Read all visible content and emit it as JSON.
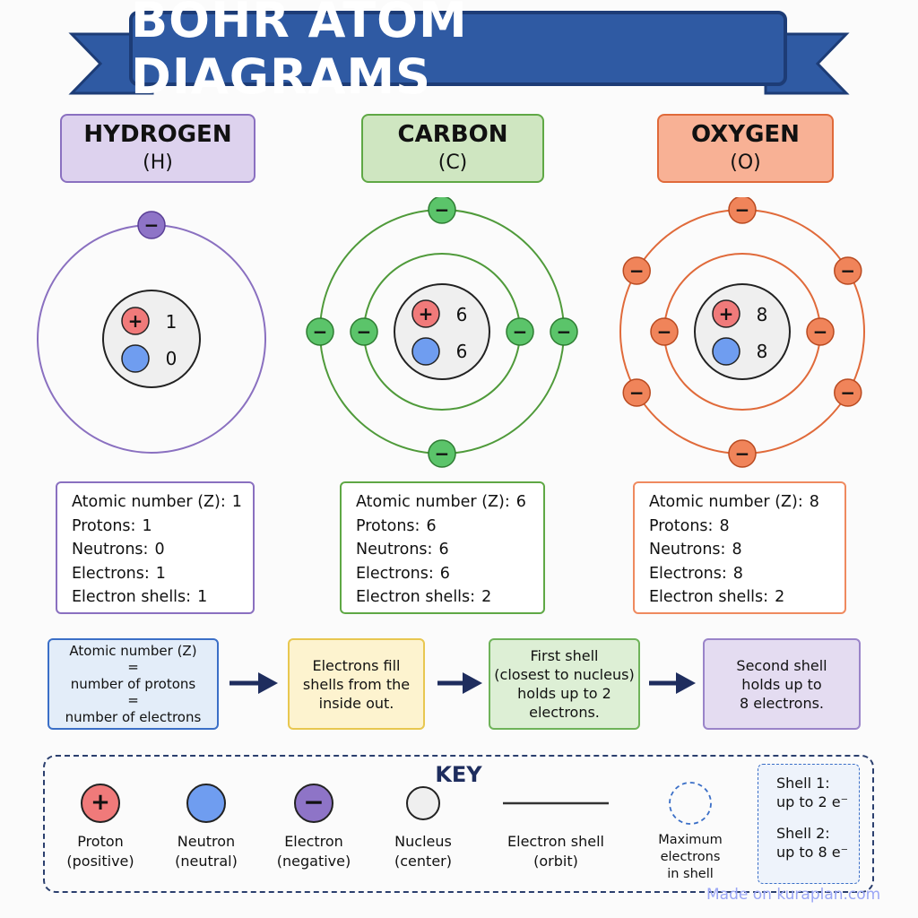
{
  "title": "BOHR ATOM DIAGRAMS",
  "colors": {
    "banner": "#2f5aa3",
    "banner_dark": "#1d3c76",
    "proton": "#f07a7a",
    "neutron": "#6f9df0",
    "electron": "#8e74c7",
    "nucleus": "#efefef",
    "hydrogen": "#8a70c0",
    "carbon": "#4f9a3a",
    "oxygen": "#e06a3a"
  },
  "atoms": [
    {
      "name": "HYDROGEN",
      "symbol": "(H)",
      "protons_count": "1",
      "neutrons_count": "0",
      "electrons_per_shell": [
        1
      ],
      "proton_sign": "+",
      "electron_sign": "−",
      "info": [
        {
          "label": "Atomic number (Z):",
          "value": "1"
        },
        {
          "label": "Protons:",
          "value": "1"
        },
        {
          "label": "Neutrons:",
          "value": "0"
        },
        {
          "label": "Electrons:",
          "value": "1"
        },
        {
          "label": "Electron shells:",
          "value": "1"
        }
      ]
    },
    {
      "name": "CARBON",
      "symbol": "(C)",
      "protons_count": "6",
      "neutrons_count": "6",
      "electrons_per_shell": [
        2,
        4
      ],
      "proton_sign": "+",
      "electron_sign": "−",
      "info": [
        {
          "label": "Atomic number (Z):",
          "value": "6"
        },
        {
          "label": "Protons:",
          "value": "6"
        },
        {
          "label": "Neutrons:",
          "value": "6"
        },
        {
          "label": "Electrons:",
          "value": "6"
        },
        {
          "label": "Electron shells:",
          "value": "2"
        }
      ]
    },
    {
      "name": "OXYGEN",
      "symbol": "(O)",
      "protons_count": "8",
      "neutrons_count": "8",
      "electrons_per_shell": [
        2,
        6
      ],
      "proton_sign": "+",
      "electron_sign": "−",
      "info": [
        {
          "label": "Atomic number (Z):",
          "value": "8"
        },
        {
          "label": "Protons:",
          "value": "8"
        },
        {
          "label": "Neutrons:",
          "value": "8"
        },
        {
          "label": "Electrons:",
          "value": "8"
        },
        {
          "label": "Electron shells:",
          "value": "2"
        }
      ]
    }
  ],
  "flow": [
    {
      "lines": [
        "Atomic number (Z)",
        "=",
        "number of protons",
        "=",
        "number of electrons"
      ]
    },
    {
      "lines": [
        "Electrons fill",
        "shells from the",
        "inside out."
      ]
    },
    {
      "lines": [
        "First shell",
        "(closest to nucleus)",
        "holds up to 2",
        "electrons."
      ]
    },
    {
      "lines": [
        "Second shell",
        "holds up to",
        "8 electrons."
      ]
    }
  ],
  "key": {
    "title": "KEY",
    "items": [
      {
        "label": "Proton",
        "sub": "(positive)",
        "sign": "+"
      },
      {
        "label": "Neutron",
        "sub": "(neutral)"
      },
      {
        "label": "Electron",
        "sub": "(negative)",
        "sign": "−"
      },
      {
        "label": "Nucleus",
        "sub": "(center)"
      },
      {
        "label": "Electron shell",
        "sub": "(orbit)"
      },
      {
        "lines": [
          "Maximum",
          "electrons",
          "in shell"
        ]
      }
    ],
    "shell_capacity": [
      {
        "label": "Shell 1:",
        "value": "up to 2 e⁻"
      },
      {
        "label": "Shell 2:",
        "value": "up to 8 e⁻"
      }
    ]
  },
  "watermark": "Made on kuraplan.com"
}
